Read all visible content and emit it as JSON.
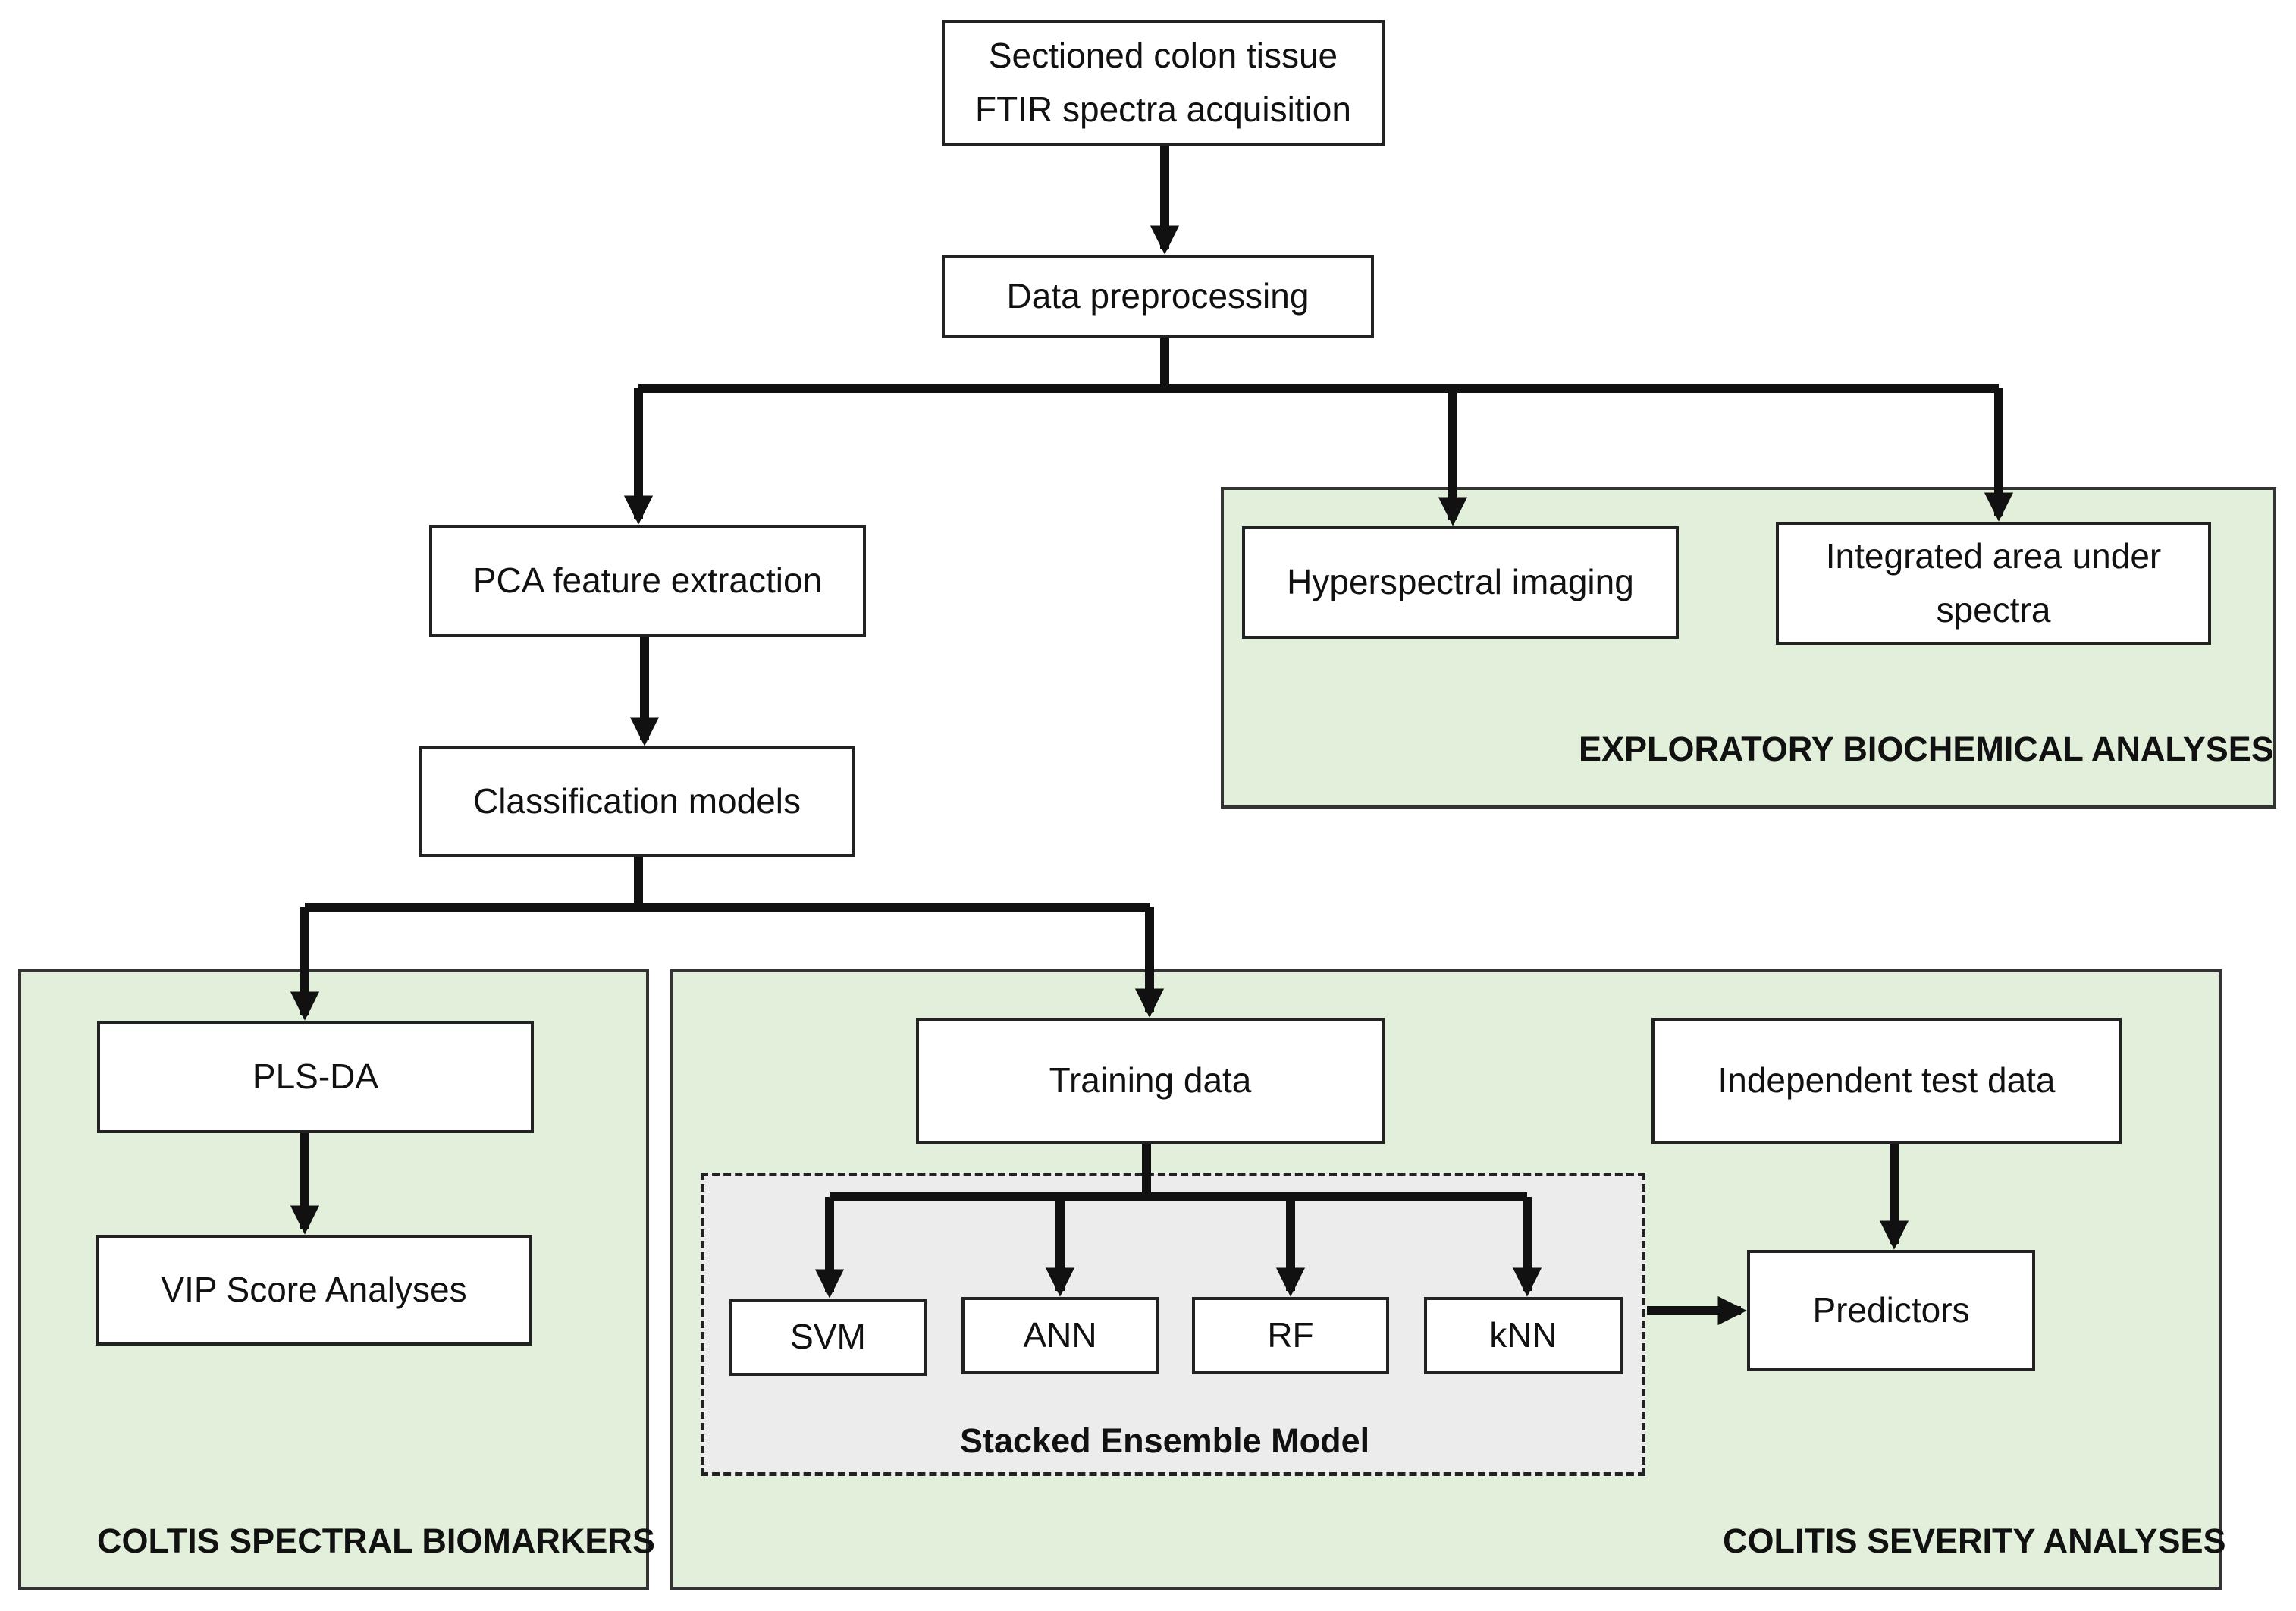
{
  "nodes": {
    "acquisition": {
      "line1": "Sectioned colon tissue",
      "line2": "FTIR spectra acquisition"
    },
    "preprocessing": "Data preprocessing",
    "pca": "PCA feature extraction",
    "classification": "Classification models",
    "hyperspectral": "Hyperspectral imaging",
    "integrated": {
      "line1": "Integrated area under",
      "line2": "spectra"
    },
    "plsda": "PLS-DA",
    "vip": "VIP Score Analyses",
    "training": "Training data",
    "test": "Independent test data",
    "svm": "SVM",
    "ann": "ANN",
    "rf": "RF",
    "knn": "kNN",
    "predictors": "Predictors"
  },
  "groups": {
    "exploratory": "EXPLORATORY BIOCHEMICAL ANALYSES",
    "biomarkers": "COLTIS SPECTRAL BIOMARKERS",
    "severity": "COLITIS SEVERITY ANALYSES",
    "ensemble": "Stacked Ensemble Model"
  },
  "colors": {
    "panel_fill": "#e2efda",
    "ensemble_fill": "#ececec",
    "line": "#111111"
  }
}
